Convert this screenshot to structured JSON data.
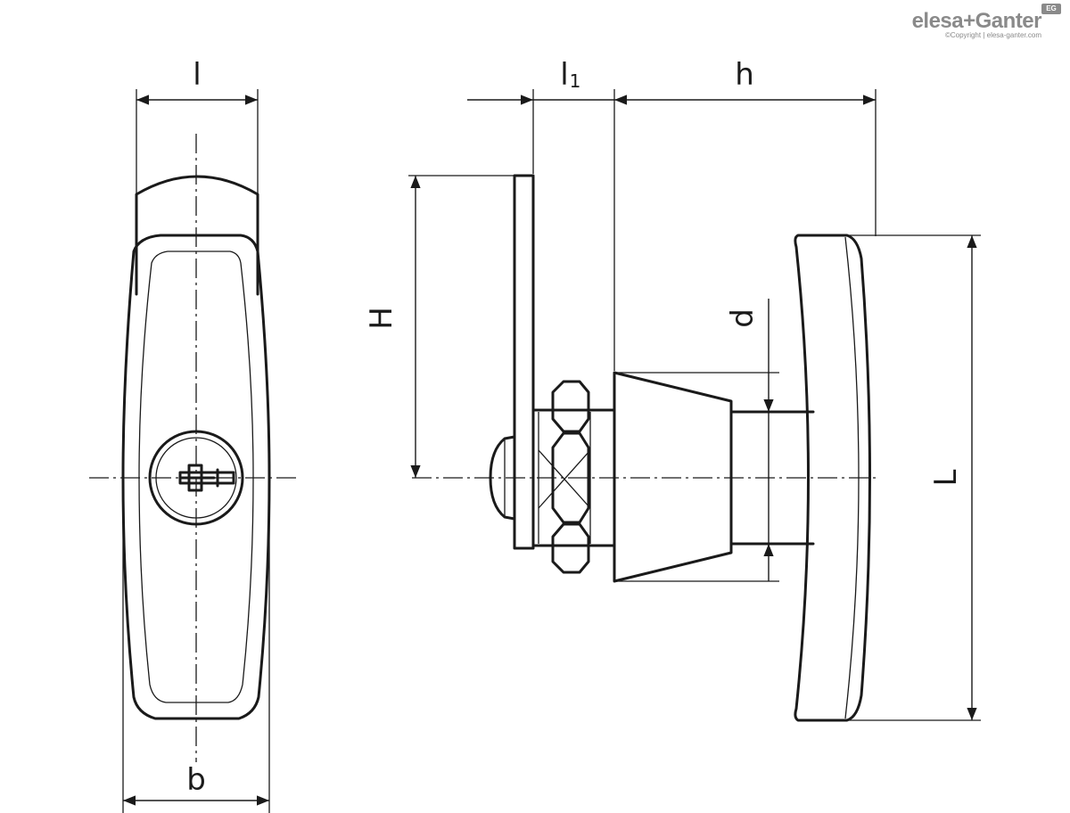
{
  "logo": {
    "name": "elesa+Ganter",
    "copyright": "©Copyright | elesa-ganter.com",
    "badge": "EG"
  },
  "dimensions": {
    "l": "l",
    "b": "b",
    "l1_main": "l",
    "l1_sub": "1",
    "h": "h",
    "H": "H",
    "d": "d",
    "L": "L"
  },
  "colors": {
    "line": "#1a1a1a",
    "logo": "#8a8a8a",
    "background": "#ffffff"
  }
}
